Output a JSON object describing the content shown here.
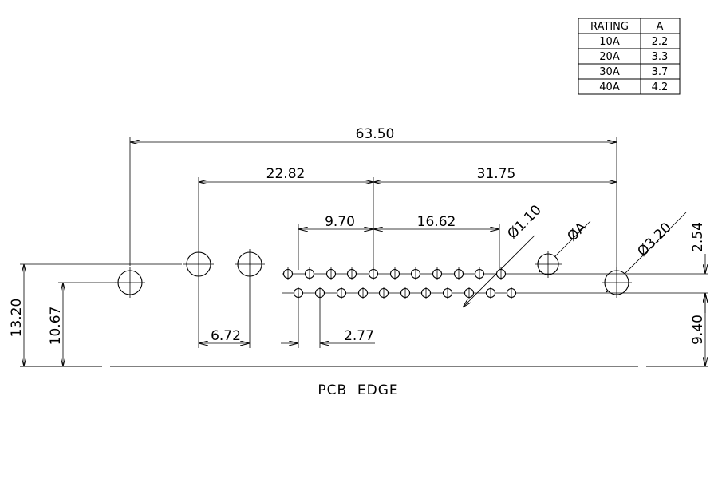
{
  "rating_table": {
    "header": [
      "RATING",
      "A"
    ],
    "rows": [
      [
        "10A",
        "2.2"
      ],
      [
        "20A",
        "3.3"
      ],
      [
        "30A",
        "3.7"
      ],
      [
        "40A",
        "4.2"
      ]
    ]
  },
  "dimensions": {
    "overall_width": "63.50",
    "d1": "22.82",
    "d2": "31.75",
    "d3": "9.70",
    "d4": "16.62",
    "d5": "6.72",
    "d6": "2.77",
    "h1": "13.20",
    "h2": "10.67",
    "h3": "2.54",
    "h4": "9.40",
    "dia_small": "Ø1.10",
    "dia_a": "ØA",
    "dia_large": "Ø3.20"
  },
  "edge_label": "PCB  EDGE"
}
